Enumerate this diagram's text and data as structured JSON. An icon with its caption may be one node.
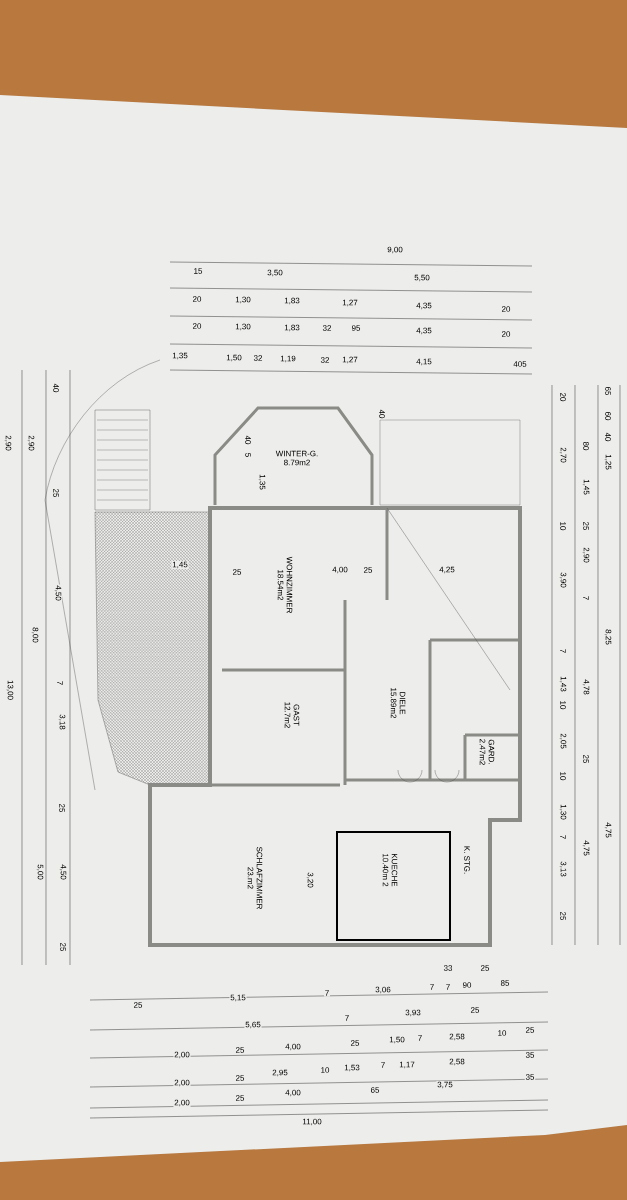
{
  "diagram": {
    "nodes": [
      {
        "text": [
          "WINTER-G.",
          "8.79m2"
        ]
      },
      {
        "text": [
          "WOHNZIMMER",
          "18.54m2"
        ]
      },
      {
        "text": [
          "GAST",
          "12.7m2"
        ]
      },
      {
        "text": [
          "DIELE",
          "15.89m2"
        ]
      },
      {
        "text": [
          "GARD.",
          "2.47m2"
        ]
      },
      {
        "text": [
          "SCHLAFZIMMER",
          "23.m2"
        ]
      },
      {
        "text": [
          "KUECHE",
          "10.40m 2"
        ]
      },
      {
        "text": [
          "K. STG."
        ]
      }
    ],
    "edges": [],
    "labels": [
      "9,00",
      "15",
      "3,50",
      "5,50",
      "20",
      "1,30",
      "1,83",
      "1,27",
      "4,35",
      "20",
      "20",
      "1,30",
      "1,83",
      "32",
      "95",
      "4,35",
      "20",
      "1,35",
      "1,50",
      "32",
      "1,19",
      "32",
      "1,27",
      "4,15",
      "405",
      "40",
      "2,90",
      "2,90",
      "25",
      "4,50",
      "8,00",
      "7",
      "3,18",
      "13,00",
      "25",
      "5,00",
      "4,50",
      "25",
      "40",
      "40",
      "5",
      "1,35",
      "25",
      "4,00",
      "25",
      "4,25",
      "1,45",
      "3,20",
      "20",
      "2,70",
      "10",
      "3,90",
      "7",
      "1,43",
      "10",
      "2,05",
      "10",
      "1,30",
      "7",
      "3,13",
      "25",
      "80",
      "1,45",
      "25",
      "2,90",
      "7",
      "4,78",
      "25",
      "4,75",
      "65",
      "60",
      "40",
      "1,25",
      "8,25",
      "4,75",
      "25",
      "5,15",
      "7",
      "3,06",
      "7",
      "7",
      "90",
      "33",
      "25",
      "85",
      "5,65",
      "7",
      "3,93",
      "25",
      "2,00",
      "25",
      "4,00",
      "25",
      "1,50",
      "7",
      "2,58",
      "10",
      "25",
      "2,00",
      "25",
      "2,95",
      "10",
      "1,53",
      "7",
      "1,17",
      "2,58",
      "35",
      "2,00",
      "25",
      "4,00",
      "65",
      "3,75",
      "35",
      "11,00"
    ]
  }
}
